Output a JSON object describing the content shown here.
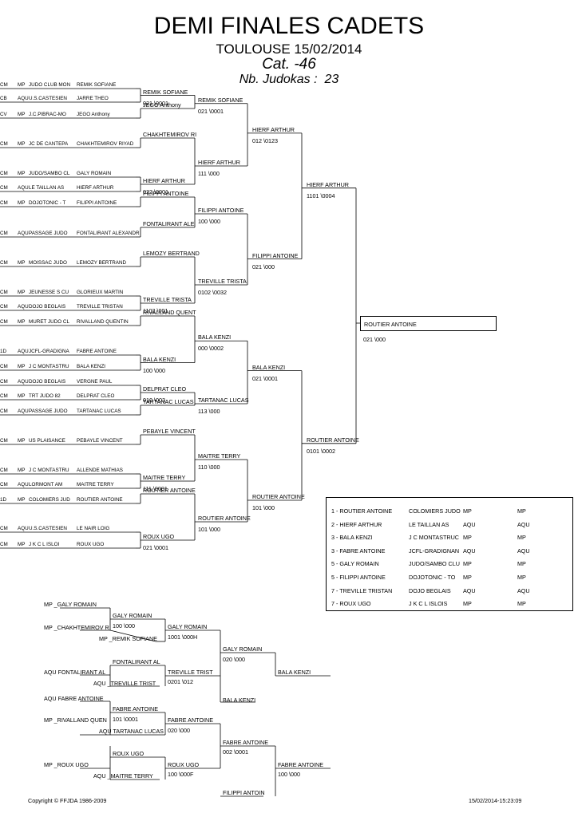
{
  "header": {
    "title": "DEMI FINALES CADETS",
    "subtitle": "TOULOUSE 15/02/2014",
    "category": "Cat. -46",
    "count_label": "Nb. Judokas :",
    "count_value": "23"
  },
  "entries": [
    {
      "c1": "CM",
      "c2": "MP",
      "club": "JUDO CLUB MON",
      "name": "REMIK SOFIANE"
    },
    {
      "c1": "CB",
      "c2": "AQU",
      "club": "U.S.CASTESIEN",
      "name": "JARRE THEO"
    },
    {
      "c1": "CV",
      "c2": "MP",
      "club": "J.C.PIBRAC-MO",
      "name": "JEGO Anthony"
    },
    {
      "c1": "CM",
      "c2": "MP",
      "club": "JC DE CANTEPA",
      "name": "CHAKHTEMIROV RIYAD"
    },
    {
      "c1": "CM",
      "c2": "MP",
      "club": "JUDO/SAMBO CL",
      "name": "GALY ROMAIN"
    },
    {
      "c1": "CM",
      "c2": "AQU",
      "club": "LE TAILLAN AS",
      "name": "HIERF ARTHUR"
    },
    {
      "c1": "CM",
      "c2": "MP",
      "club": "DOJOTONIC - T",
      "name": "FILIPPI ANTOINE"
    },
    {
      "c1": "CM",
      "c2": "AQU",
      "club": "PASSAGE JUDO",
      "name": "FONTALIRANT ALEXANDR"
    },
    {
      "c1": "CM",
      "c2": "MP",
      "club": "MOISSAC JUDO",
      "name": "LEMOZY BERTRAND"
    },
    {
      "c1": "CM",
      "c2": "MP",
      "club": "JEUNESSE S CU",
      "name": "GLORIEUX MARTIN"
    },
    {
      "c1": "CM",
      "c2": "AQU",
      "club": "DOJO BEGLAIS",
      "name": "TREVILLE TRISTAN"
    },
    {
      "c1": "CM",
      "c2": "MP",
      "club": "MURET JUDO CL",
      "name": "RIVALLAND QUENTIN"
    },
    {
      "c1": "1D",
      "c2": "AQU",
      "club": "JCFL-GRADIGNA",
      "name": "FABRE ANTOINE"
    },
    {
      "c1": "CM",
      "c2": "MP",
      "club": "J C MONTASTRU",
      "name": "BALA KENZI"
    },
    {
      "c1": "CM",
      "c2": "AQU",
      "club": "DOJO BEGLAIS",
      "name": "VERGNE PAUL"
    },
    {
      "c1": "CM",
      "c2": "MP",
      "club": "TRT JUDO 82",
      "name": "DELPRAT CLEO"
    },
    {
      "c1": "CM",
      "c2": "AQU",
      "club": "PASSAGE JUDO",
      "name": "TARTANAC LUCAS"
    },
    {
      "c1": "CM",
      "c2": "MP",
      "club": "US PLAISANCE",
      "name": "PEBAYLE VINCENT"
    },
    {
      "c1": "CM",
      "c2": "MP",
      "club": "J C MONTASTRU",
      "name": "ALLENDE MATHIAS"
    },
    {
      "c1": "CM",
      "c2": "AQU",
      "club": "LORMONT AM",
      "name": "MAITRE TERRY"
    },
    {
      "c1": "1D",
      "c2": "MP",
      "club": "COLOMIERS JUD",
      "name": "ROUTIER ANTOINE"
    },
    {
      "c1": "CM",
      "c2": "AQU",
      "club": "U.S.CASTESIEN",
      "name": "LE NAIR LOIG"
    },
    {
      "c1": "CM",
      "c2": "MP",
      "club": "J K C L ISLOI",
      "name": "ROUX UGO"
    }
  ],
  "r1": [
    {
      "name": "REMIK SOFIANE",
      "score": "021 \\0001"
    },
    {
      "name": "JEGO Anthony",
      "score": ""
    },
    {
      "name": "CHAKHTEMIROV RI",
      "score": ""
    },
    {
      "name": "HIERF ARTHUR",
      "score": "022 \\0001"
    },
    {
      "name": "FILIPPI ANTOINE",
      "score": ""
    },
    {
      "name": "FONTALIRANT ALE",
      "score": ""
    },
    {
      "name": "LEMOZY BERTRAND",
      "score": ""
    },
    {
      "name": "TREVILLE TRISTA",
      "score": "1102 \\001"
    },
    {
      "name": "RIVALLAND QUENT",
      "score": ""
    },
    {
      "name": "BALA KENZI",
      "score": "100 \\000"
    },
    {
      "name": "DELPRAT CLEO",
      "score": "010 \\003"
    },
    {
      "name": "TARTANAC LUCAS",
      "score": ""
    },
    {
      "name": "PEBAYLE VINCENT",
      "score": ""
    },
    {
      "name": "MAITRE TERRY",
      "score": "111 \\0001"
    },
    {
      "name": "ROUTIER ANTOINE",
      "score": ""
    },
    {
      "name": "ROUX UGO",
      "score": "021 \\0001"
    }
  ],
  "r2": [
    {
      "name": "REMIK SOFIANE",
      "score": "021 \\0001"
    },
    {
      "name": "HIERF ARTHUR",
      "score": "111 \\000"
    },
    {
      "name": "FILIPPI ANTOINE",
      "score": "100 \\000"
    },
    {
      "name": "TREVILLE TRISTA",
      "score": "0102 \\0032"
    },
    {
      "name": "BALA KENZI",
      "score": "000 \\0002"
    },
    {
      "name": "TARTANAC LUCAS",
      "score": "113 \\000"
    },
    {
      "name": "MAITRE TERRY",
      "score": "110 \\000"
    },
    {
      "name": "ROUTIER ANTOINE",
      "score": "101 \\000"
    }
  ],
  "r3": [
    {
      "name": "HIERF ARTHUR",
      "score": "012 \\0123"
    },
    {
      "name": "FILIPPI ANTOINE",
      "score": "021 \\000"
    },
    {
      "name": "BALA KENZI",
      "score": "021 \\0001"
    },
    {
      "name": "ROUTIER ANTOINE",
      "score": "101 \\000"
    }
  ],
  "r4": [
    {
      "name": "HIERF ARTHUR",
      "score": "1101 \\0004"
    },
    {
      "name": "ROUTIER ANTOINE",
      "score": "0101 \\0002"
    }
  ],
  "winner": {
    "name": "ROUTIER ANTOINE",
    "score": "021 \\000"
  },
  "ranking": [
    {
      "rank": "1 - ROUTIER ANTOINE",
      "club": "COLOMIERS JUDO",
      "lig": "MP",
      "lig2": "MP"
    },
    {
      "rank": "2 - HIERF ARTHUR",
      "club": "LE TAILLAN AS",
      "lig": "AQU",
      "lig2": "AQU"
    },
    {
      "rank": "3 - BALA KENZI",
      "club": "J C MONTASTRUC",
      "lig": "MP",
      "lig2": "MP"
    },
    {
      "rank": "3 - FABRE ANTOINE",
      "club": "JCFL-GRADIGNAN",
      "lig": "AQU",
      "lig2": "AQU"
    },
    {
      "rank": "5 - GALY ROMAIN",
      "club": "JUDO/SAMBO CLU",
      "lig": "MP",
      "lig2": "MP"
    },
    {
      "rank": "5 - FILIPPI ANTOINE",
      "club": "DOJOTONIC - TO",
      "lig": "MP",
      "lig2": "MP"
    },
    {
      "rank": "7 - TREVILLE TRISTAN",
      "club": "DOJO BEGLAIS",
      "lig": "AQU",
      "lig2": "AQU"
    },
    {
      "rank": "7 - ROUX UGO",
      "club": "J K C L ISLOIS",
      "lig": "MP",
      "lig2": "MP"
    }
  ],
  "repechage": {
    "labels": [
      "MP _GALY ROMAIN",
      "GALY ROMAIN",
      "100  \\000",
      "MP _CHAKHTEMIROV R",
      "MP _REMIK SOFIANE",
      "GALY ROMAIN",
      "1001 \\000H",
      "FONTALIRANT AL",
      "AQU FONTALIRANT AL",
      "AQU _TREVILLE TRIST",
      "TREVILLE TRIST",
      "0201 \\012",
      "GALY ROMAIN",
      "020  \\000",
      "BALA KENZI",
      "BALA KENZI",
      "AQU FABRE ANTOINE",
      "FABRE ANTOINE",
      "101  \\0001",
      "MP _RIVALLAND QUEN",
      "AQU TARTANAC LUCAS",
      "FABRE ANTOINE",
      "020  \\000",
      "FABRE ANTOINE",
      "002  \\0001",
      "ROUX UGO",
      "MP _ROUX UGO",
      "ROUX UGO",
      "100  \\000F",
      "AQU _MAITRE TERRY",
      "FABRE ANTOINE",
      "100  \\000",
      "FILIPPI ANTOIN"
    ]
  },
  "footer": {
    "copyright": "Copyright © FFJDA 1986-2009",
    "timestamp": "15/02/2014-15:23:09"
  }
}
